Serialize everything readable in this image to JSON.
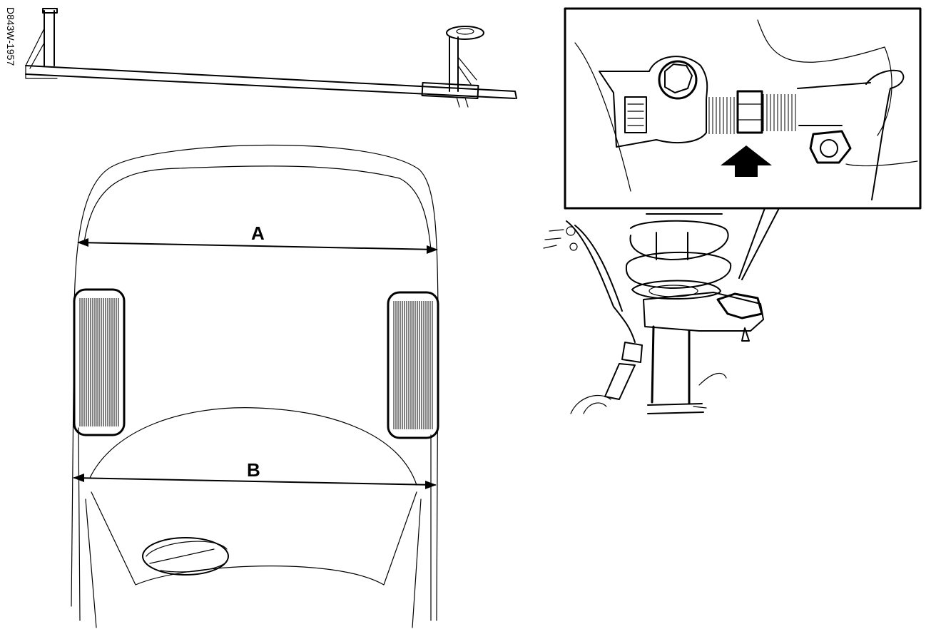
{
  "figure": {
    "code": "D843W-1957",
    "dimension_a_label": "A",
    "dimension_b_label": "B"
  },
  "colors": {
    "ink": "#000000",
    "paper": "#ffffff"
  }
}
